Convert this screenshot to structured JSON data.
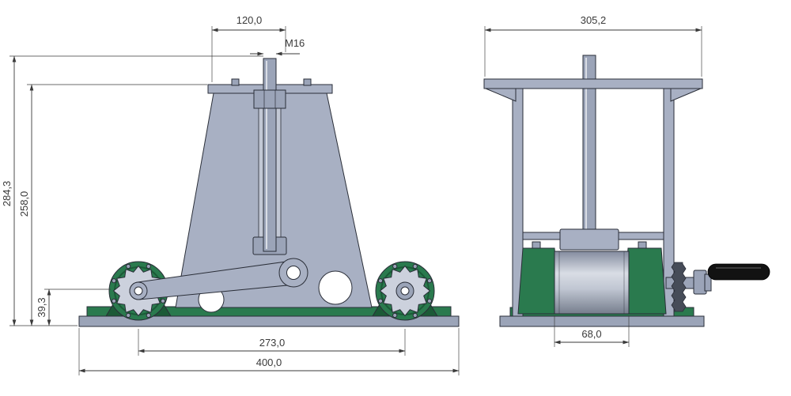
{
  "drawing": {
    "front_view": {
      "dim_flange_to_rod": "120,0",
      "thread_label": "M16",
      "dim_overall_height": "284,3",
      "dim_frame_height": "258,0",
      "dim_axle_height": "39,3",
      "dim_axle_span": "273,0",
      "dim_base_width": "400,0"
    },
    "side_view": {
      "dim_top_plate_width": "305,2",
      "dim_roller_width": "68,0"
    }
  },
  "colors": {
    "frame": "#a8b0c3",
    "frame_light": "#c2c8d5",
    "steel": "#9ba4b8",
    "steel_light": "#d9dde5",
    "green": "#2a7a4e",
    "green_dark": "#1b5a37",
    "sprocket": "#ccd1dd",
    "handle": "#121212",
    "outline": "#2a2e38",
    "dim": "#3a3a3a",
    "background": "#ffffff"
  }
}
